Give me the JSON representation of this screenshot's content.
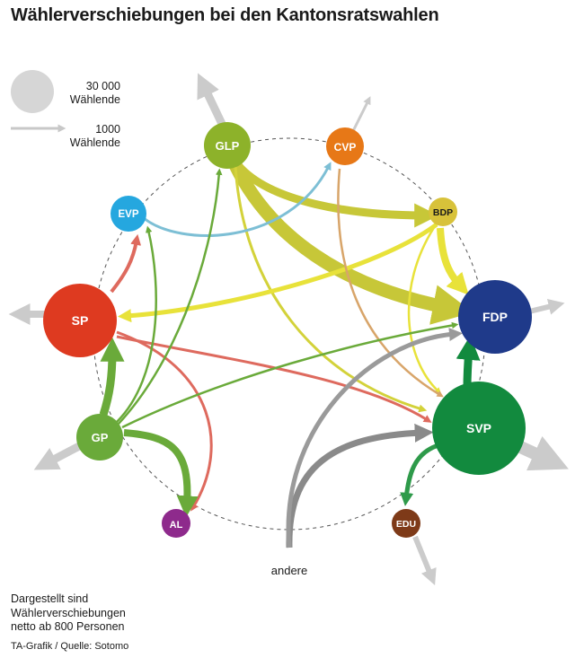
{
  "title": "Wählerverschiebungen bei den Kantonsratswahlen",
  "legend": {
    "circle_value": "30 000",
    "circle_unit": "Wählende",
    "arrow_value": "1000",
    "arrow_unit": "Wählende"
  },
  "footnote": [
    "Dargestellt sind",
    "Wählerverschiebungen",
    "netto ab 800 Personen"
  ],
  "source": "TA-Grafik / Quelle: Sotomo",
  "other_label": "andere",
  "colors": {
    "GLP": "#8db22a",
    "CVP": "#e77817",
    "BDP": "#d8c23a",
    "FDP": "#1f3a8a",
    "SVP": "#128a3e",
    "EDU": "#7e3a18",
    "AL": "#8e2a8c",
    "GP": "#6aaa3a",
    "SP": "#de3a20",
    "EVP": "#25a7df",
    "andere": "#9a9a9a",
    "abroad": "#c8c8c8"
  },
  "parties": [
    {
      "id": "GLP",
      "label": "GLP"
    },
    {
      "id": "CVP",
      "label": "CVP"
    },
    {
      "id": "BDP",
      "label": "BDP"
    },
    {
      "id": "FDP",
      "label": "FDP"
    },
    {
      "id": "SVP",
      "label": "SVP"
    },
    {
      "id": "EDU",
      "label": "EDU"
    },
    {
      "id": "AL",
      "label": "AL"
    },
    {
      "id": "GP",
      "label": "GP"
    },
    {
      "id": "SP",
      "label": "SP"
    },
    {
      "id": "EVP",
      "label": "EVP"
    }
  ]
}
